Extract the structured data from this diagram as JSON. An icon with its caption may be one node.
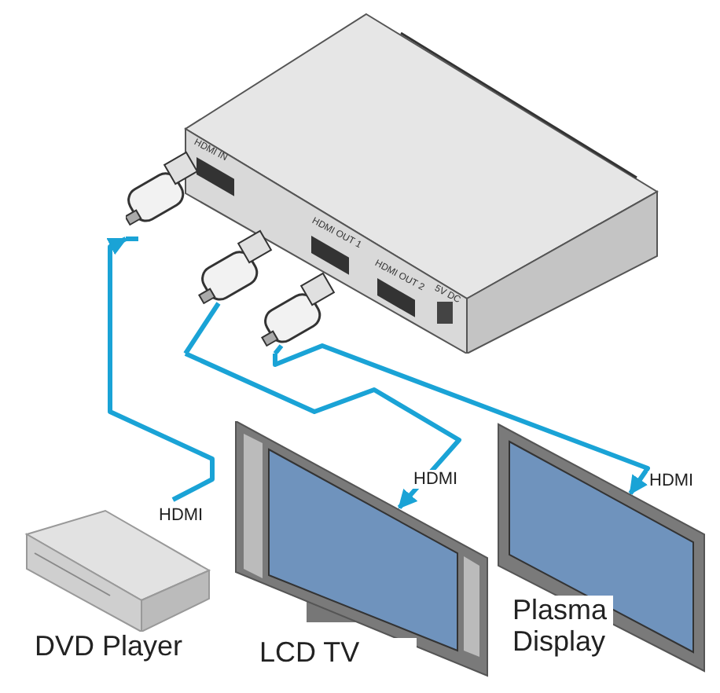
{
  "diagram": {
    "nodes": [
      {
        "text": [],
        "shape": "picture"
      },
      {
        "text": [
          "DVD Player"
        ]
      },
      {
        "text": [
          "LCD TV"
        ]
      },
      {
        "text": [
          "Plasma Display"
        ]
      }
    ],
    "edges": [
      {
        "from": 1,
        "to": 0,
        "arrow": "to",
        "label": "HDMI"
      },
      {
        "from": 0,
        "to": 2,
        "arrow": "to",
        "label": "HDMI"
      },
      {
        "from": 0,
        "to": 3,
        "arrow": "to",
        "label": "HDMI"
      }
    ],
    "labels": [
      "HDMI IN",
      "HDMI OUT 1",
      "HDMI OUT 2",
      "5V DC"
    ]
  }
}
